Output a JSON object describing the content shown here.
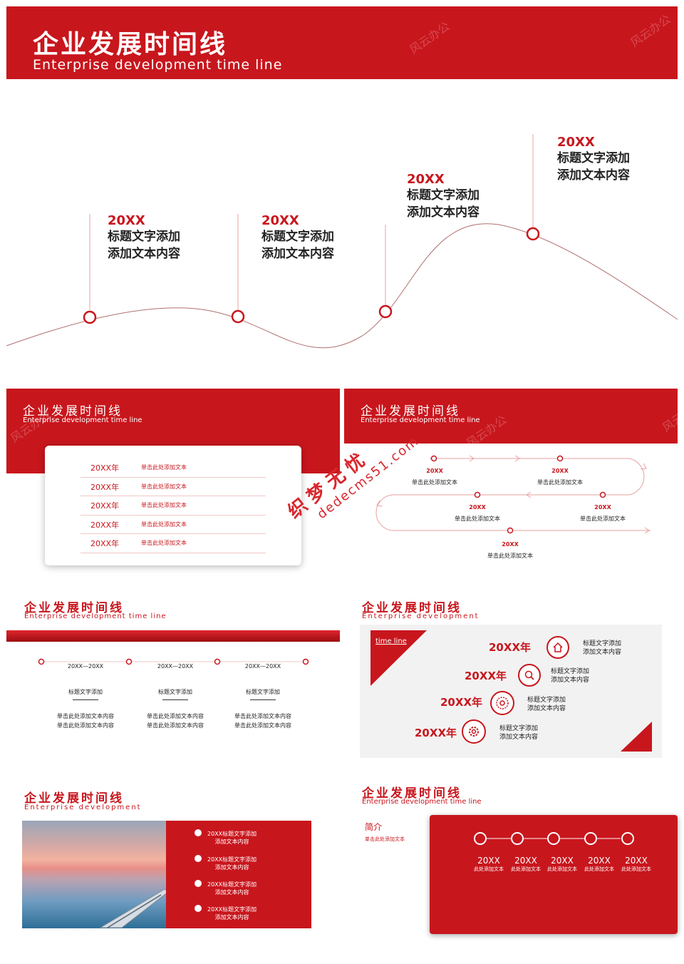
{
  "hero": {
    "title": "企业发展时间线",
    "subtitle": "Enterprise development time line",
    "watermark": "风云办公"
  },
  "timeline": [
    {
      "year": "20XX",
      "line1": "标题文字添加",
      "line2": "添加文本内容"
    },
    {
      "year": "20XX",
      "line1": "标题文字添加",
      "line2": "添加文本内容"
    },
    {
      "year": "20XX",
      "line1": "标题文字添加",
      "line2": "添加文本内容"
    },
    {
      "year": "20XX",
      "line1": "标题文字添加",
      "line2": "添加文本内容"
    }
  ],
  "slide2": {
    "title": "企业发展时间线",
    "subtitle": "Enterprise development time line",
    "rows": [
      {
        "year": "20XX年",
        "text": "单击此处添加文本"
      },
      {
        "year": "20XX年",
        "text": "单击此处添加文本"
      },
      {
        "year": "20XX年",
        "text": "单击此处添加文本"
      },
      {
        "year": "20XX年",
        "text": "单击此处添加文本"
      },
      {
        "year": "20XX年",
        "text": "单击此处添加文本"
      }
    ]
  },
  "slide3": {
    "title": "企业发展时间线",
    "subtitle": "Enterprise development time line",
    "nodes": [
      {
        "year": "20XX",
        "text": "单击此处添加文本"
      },
      {
        "year": "20XX",
        "text": "单击此处添加文本"
      },
      {
        "year": "20XX",
        "text": "单击此处添加文本"
      },
      {
        "year": "20XX",
        "text": "单击此处添加文本"
      },
      {
        "year": "20XX",
        "text": "单击此处添加文本"
      }
    ]
  },
  "watermark_site": {
    "cn": "织梦无忧",
    "url": "dedecms51.com"
  },
  "slide4": {
    "title": "企业发展时间线",
    "subtitle": "Enterprise development time line",
    "periods": [
      {
        "range": "20XX—20XX",
        "heading": "标题文字添加",
        "l1": "单击此处添加文本内容",
        "l2": "单击此处添加文本内容"
      },
      {
        "range": "20XX—20XX",
        "heading": "标题文字添加",
        "l1": "单击此处添加文本内容",
        "l2": "单击此处添加文本内容"
      },
      {
        "range": "20XX—20XX",
        "heading": "标题文字添加",
        "l1": "单击此处添加文本内容",
        "l2": "单击此处添加文本内容"
      }
    ]
  },
  "slide5": {
    "title": "企业发展时间线",
    "subtitle": "Enterprise development",
    "tag": "time line",
    "items": [
      {
        "year": "20XX年",
        "icon": "home-icon",
        "l1": "标题文字添加",
        "l2": "添加文本内容"
      },
      {
        "year": "20XX年",
        "icon": "search-icon",
        "l1": "标题文字添加",
        "l2": "添加文本内容"
      },
      {
        "year": "20XX年",
        "icon": "disc-icon",
        "l1": "标题文字添加",
        "l2": "添加文本内容"
      },
      {
        "year": "20XX年",
        "icon": "gear-icon",
        "l1": "标题文字添加",
        "l2": "添加文本内容"
      }
    ]
  },
  "slide6": {
    "title": "企业发展时间线",
    "subtitle": "Enterprise development",
    "bullets": [
      {
        "l1": "20XX标题文字添加",
        "l2": "添加文本内容"
      },
      {
        "l1": "20XX标题文字添加",
        "l2": "添加文本内容"
      },
      {
        "l1": "20XX标题文字添加",
        "l2": "添加文本内容"
      },
      {
        "l1": "20XX标题文字添加",
        "l2": "添加文本内容"
      }
    ]
  },
  "slide7": {
    "title": "企业发展时间线",
    "subtitle": "Enterprise development time line",
    "intro_title": "简介",
    "intro_text": "单击此处添加文本",
    "nodes": [
      {
        "year": "20XX",
        "text": "此处添加文本"
      },
      {
        "year": "20XX",
        "text": "此处添加文本"
      },
      {
        "year": "20XX",
        "text": "此处添加文本"
      },
      {
        "year": "20XX",
        "text": "此处添加文本"
      },
      {
        "year": "20XX",
        "text": "此处添加文本"
      }
    ]
  },
  "colors": {
    "accent": "#c8161d",
    "panel": "#f2f2f2"
  }
}
